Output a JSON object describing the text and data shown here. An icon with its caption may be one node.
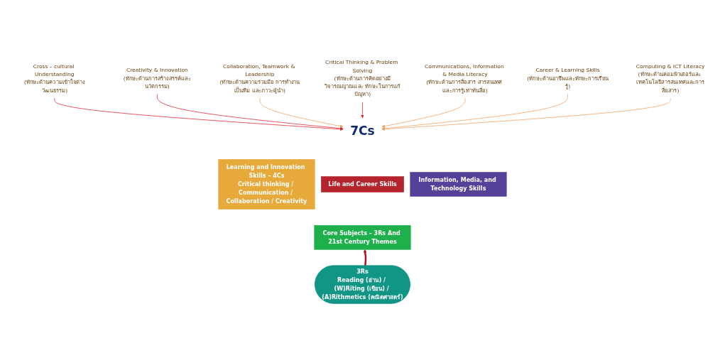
{
  "diagram": {
    "nodes": [
      {
        "text": [
          "7Cs"
        ]
      },
      {
        "text": [
          "Cross – cultural Understanding",
          "(ทักษะด้านความเข้าใจต่างวัฒนธรรม)"
        ]
      },
      {
        "text": [
          "Creativity & Innovation",
          "(ทักษะด้านการสร้างสรรค์และนวัตกรรม)"
        ]
      },
      {
        "text": [
          "Collaboration, Teamwork & Leadership",
          "(ทักษะด้านความร่วมมือ การทำงานเป็นทีม และภาวะผู้นำ)"
        ]
      },
      {
        "text": [
          "Critical Thinking & Problem Solving",
          "(ทักษะด้านการคิดอย่างมีวิจารณญาณและ ทักษะในการแก้ปัญหา)"
        ]
      },
      {
        "text": [
          "Communications, Information & Media Literacy",
          "(ทักษะด้านการสื่อสาร สารสนเทศ และการรู้เท่าทันสื่อ)"
        ]
      },
      {
        "text": [
          "Career & Learning Skills",
          "(ทักษะด้านอาชีพและทักษะการเรียนรู้)"
        ]
      },
      {
        "text": [
          "Computing & ICT Literacy",
          "(ทักษะด้านคอมพิวเตอร์และ เทคโนโลยีสารสนเทศและการสื่อสาร)"
        ]
      },
      {
        "text": [
          "Learning and Innovation Skills – 4Cs",
          "Critical thinking / Communication / Collaboration / Creativity"
        ]
      },
      {
        "text": [
          "Life and Career Skills"
        ]
      },
      {
        "text": [
          "Core Subjects – 3Rs And 21st Century Themes"
        ]
      },
      {
        "text": [
          "Information, Media, and Technology Skills"
        ]
      },
      {
        "text": [
          "3Rs",
          "Reading (อ่าน) / (W)Riting (เขียน) / (A)Rithmetics (คณิตศาสตร์)"
        ]
      }
    ],
    "edges": [
      {
        "from": 1,
        "to": 0,
        "arrow": "to",
        "color": "#e0202a"
      },
      {
        "from": 2,
        "to": 0,
        "arrow": "to",
        "color": "#e0202a"
      },
      {
        "from": 3,
        "to": 0,
        "arrow": "to"
      },
      {
        "from": 4,
        "to": 0,
        "arrow": "to",
        "color": "#e0202a"
      },
      {
        "from": 5,
        "to": 0,
        "arrow": "to"
      },
      {
        "from": 6,
        "to": 0,
        "arrow": "to"
      },
      {
        "from": 7,
        "to": 0,
        "arrow": "to"
      },
      {
        "from": 12,
        "to": 10,
        "arrow": "to",
        "style": "thick",
        "color": "#b01020"
      }
    ]
  }
}
